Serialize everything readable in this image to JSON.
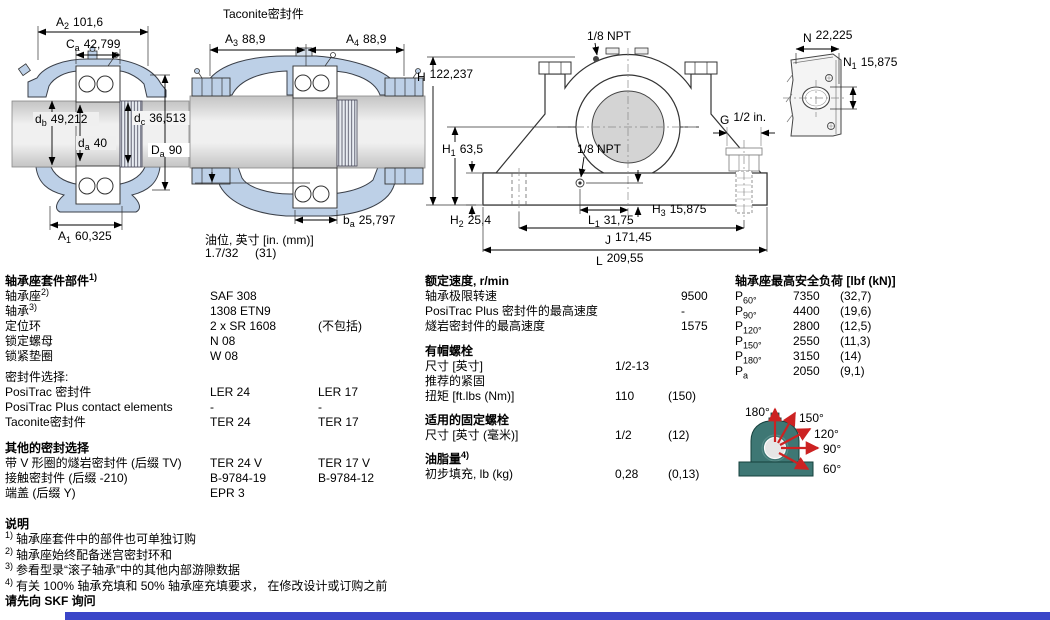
{
  "colors": {
    "housing_fill": "#bdd0e7",
    "housing_stroke": "#3a3f48",
    "bore_fill": "#d4d4d4",
    "angle_housing": "#3e7774",
    "arrow_red": "#cc2222",
    "bottom_bar": "#3a45c8"
  },
  "drawing1": {
    "dims": {
      "A2": {
        "sym": "A",
        "sub": "2",
        "val": "101,6"
      },
      "Ca": {
        "sym": "C",
        "sub": "a",
        "val": "42,799"
      },
      "db": {
        "sym": "d",
        "sub": "b",
        "val": "49,212"
      },
      "dc": {
        "sym": "d",
        "sub": "c",
        "val": "36,513"
      },
      "da": {
        "sym": "d",
        "sub": "a",
        "val": "40"
      },
      "Da": {
        "sym": "D",
        "sub": "a",
        "val": "90"
      },
      "A1": {
        "sym": "A",
        "sub": "1",
        "val": "60,325"
      }
    }
  },
  "drawing2": {
    "title": "Taconite密封件",
    "dims": {
      "A3": {
        "sym": "A",
        "sub": "3",
        "val": "88,9"
      },
      "A4": {
        "sym": "A",
        "sub": "4",
        "val": "88,9"
      },
      "ba": {
        "sym": "b",
        "sub": "a",
        "val": "25,797"
      }
    },
    "oil_label": "油位, 英寸 [in. (mm)]",
    "oil_value_in": "1.7/32",
    "oil_value_mm": "(31)"
  },
  "drawing3": {
    "npt_top": "1/8 NPT",
    "npt_mid": "1/8 NPT",
    "dims": {
      "H": {
        "sym": "H",
        "sub": "",
        "val": "122,237"
      },
      "H1": {
        "sym": "H",
        "sub": "1",
        "val": "63,5"
      },
      "H2": {
        "sym": "H",
        "sub": "2",
        "val": "25,4"
      },
      "H3": {
        "sym": "H",
        "sub": "3",
        "val": "15,875"
      },
      "L1": {
        "sym": "L",
        "sub": "1",
        "val": "31,75"
      },
      "G": {
        "sym": "G",
        "sub": "",
        "val": "1/2 in."
      },
      "J": {
        "sym": "J",
        "sub": "",
        "val": "171,45"
      },
      "L": {
        "sym": "L",
        "sub": "",
        "val": "209,55"
      }
    }
  },
  "drawing4": {
    "dims": {
      "N": {
        "sym": "N",
        "sub": "",
        "val": "22,225"
      },
      "N1": {
        "sym": "N",
        "sub": "1",
        "val": "15,875"
      }
    }
  },
  "components": {
    "title": "轴承座套件部件",
    "title_sup": "1)",
    "rows": [
      {
        "label": "轴承座",
        "sup": "2)",
        "v1": "SAF 308",
        "v2": ""
      },
      {
        "label": "轴承",
        "sup": "3)",
        "v1": "1308 ETN9",
        "v2": ""
      },
      {
        "label": "定位环",
        "sup": "",
        "v1": "2 x SR 1608",
        "v2": "(不包括)"
      },
      {
        "label": "锁定螺母",
        "sup": "",
        "v1": "N 08",
        "v2": ""
      },
      {
        "label": "锁紧垫圈",
        "sup": "",
        "v1": "W 08",
        "v2": ""
      }
    ],
    "seal_header": "密封件选择:",
    "seal_rows": [
      {
        "label": "PosiTrac 密封件",
        "v1": "LER 24",
        "v2": "LER 17"
      },
      {
        "label": "PosiTrac Plus contact elements",
        "v1": "-",
        "v2": "-"
      },
      {
        "label": "Taconite密封件",
        "v1": "TER 24",
        "v2": "TER 17"
      }
    ],
    "other_header": "其他的密封选择",
    "other_rows": [
      {
        "label": "带 V 形圈的燧岩密封件 (后缀 TV)",
        "v1": "TER 24 V",
        "v2": "TER 17 V"
      },
      {
        "label": "接触密封件 (后缀 -210)",
        "v1": "B-9784-19",
        "v2": "B-9784-12"
      },
      {
        "label": "端盖 (后缀 Y)",
        "v1": "EPR 3",
        "v2": ""
      }
    ]
  },
  "speeds": {
    "title": "额定速度, r/min",
    "rows": [
      {
        "label": "轴承极限转速",
        "v1": "9500"
      },
      {
        "label": "PosiTrac Plus 密封件的最高速度",
        "v1": "-"
      },
      {
        "label": "燧岩密封件的最高速度",
        "v1": "1575"
      }
    ]
  },
  "cap_bolts": {
    "title": "有帽螺栓",
    "size_label": "尺寸 [英寸]",
    "size_value": "1/2-13",
    "tighten_label": "推荐的紧固",
    "torque_label": "扭矩 [ft.lbs (Nm)]",
    "torque_v1": "110",
    "torque_v2": "(150)"
  },
  "anchor_bolts": {
    "title": "适用的固定螺栓",
    "size_label": "尺寸 [英寸 (毫米)]",
    "v1": "1/2",
    "v2": "(12)"
  },
  "grease": {
    "title": "油脂量",
    "title_sup": "4)",
    "fill_label": "初步填充, lb (kg)",
    "v1": "0,28",
    "v2": "(0,13)"
  },
  "loads": {
    "title": "轴承座最高安全负荷 [lbf (kN)]",
    "rows": [
      {
        "sym": "P",
        "sub": "60°",
        "v1": "7350",
        "v2": "(32,7)"
      },
      {
        "sym": "P",
        "sub": "90°",
        "v1": "4400",
        "v2": "(19,6)"
      },
      {
        "sym": "P",
        "sub": "120°",
        "v1": "2800",
        "v2": "(12,5)"
      },
      {
        "sym": "P",
        "sub": "150°",
        "v1": "2550",
        "v2": "(11,3)"
      },
      {
        "sym": "P",
        "sub": "180°",
        "v1": "3150",
        "v2": "(14)"
      },
      {
        "sym": "P",
        "sub": "a",
        "v1": "2050",
        "v2": "(9,1)"
      }
    ]
  },
  "angle_diagram": {
    "labels": [
      "180°",
      "150°",
      "120°",
      "90°",
      "60°"
    ]
  },
  "notes": {
    "title": "说明",
    "items": [
      {
        "sup": "1)",
        "text": "轴承座套件中的部件也可单独订购"
      },
      {
        "sup": "2)",
        "text": "轴承座始终配备迷宫密封环和"
      },
      {
        "sup": "3)",
        "text": "参看型录“滚子轴承”中的其他内部游隙数据"
      },
      {
        "sup": "4)",
        "text": "有关 100% 轴承充填和 50% 轴承座充填要求， 在修改设计或订购之前"
      }
    ],
    "footer": "请先向 SKF 询问"
  }
}
